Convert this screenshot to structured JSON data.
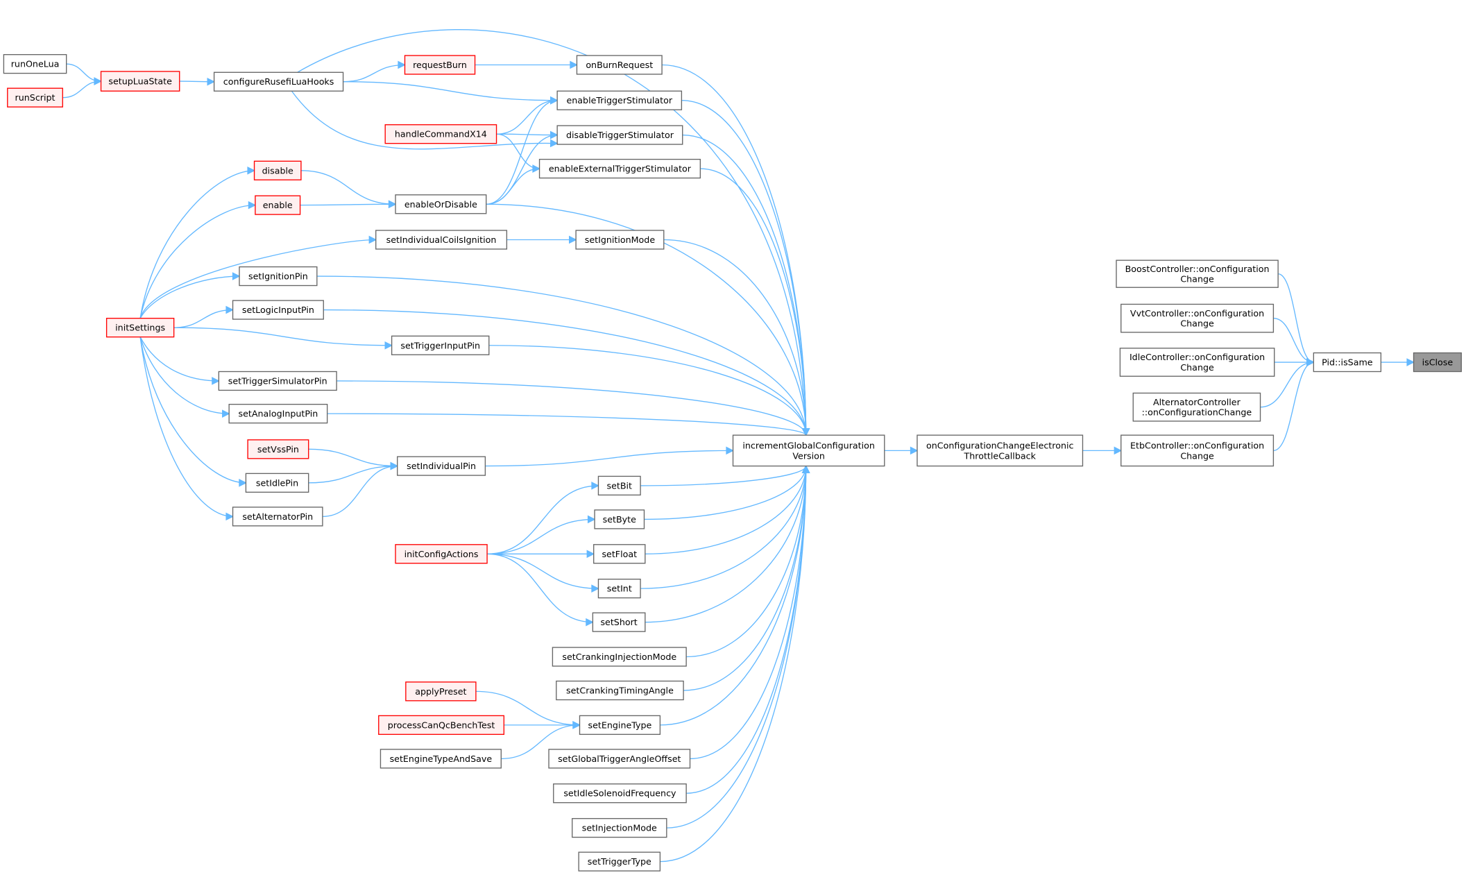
{
  "title": "isClose caller graph",
  "colors": {
    "edge": "#63b8ff",
    "highlight_border": "#ff0000",
    "highlight_fill": "#fff0f0",
    "current_fill": "#999999"
  },
  "nodes": [
    {
      "id": "runOneLua",
      "label": [
        "runOneLua"
      ],
      "style": "normal"
    },
    {
      "id": "runScript",
      "label": [
        "runScript"
      ],
      "style": "red"
    },
    {
      "id": "setupLuaState",
      "label": [
        "setupLuaState"
      ],
      "style": "red"
    },
    {
      "id": "configureRusefiLuaHooks",
      "label": [
        "configureRusefiLuaHooks"
      ],
      "style": "normal"
    },
    {
      "id": "requestBurn",
      "label": [
        "requestBurn"
      ],
      "style": "red"
    },
    {
      "id": "onBurnRequest",
      "label": [
        "onBurnRequest"
      ],
      "style": "normal"
    },
    {
      "id": "enableTriggerStimulator",
      "label": [
        "enableTriggerStimulator"
      ],
      "style": "normal"
    },
    {
      "id": "handleCommandX14",
      "label": [
        "handleCommandX14"
      ],
      "style": "red"
    },
    {
      "id": "disableTriggerStimulator",
      "label": [
        "disableTriggerStimulator"
      ],
      "style": "normal"
    },
    {
      "id": "enableExternalTriggerStimulator",
      "label": [
        "enableExternalTriggerStimulator"
      ],
      "style": "normal"
    },
    {
      "id": "disable",
      "label": [
        "disable"
      ],
      "style": "red"
    },
    {
      "id": "enable",
      "label": [
        "enable"
      ],
      "style": "red"
    },
    {
      "id": "enableOrDisable",
      "label": [
        "enableOrDisable"
      ],
      "style": "normal"
    },
    {
      "id": "setIndividualCoilsIgnition",
      "label": [
        "setIndividualCoilsIgnition"
      ],
      "style": "normal"
    },
    {
      "id": "setIgnitionMode",
      "label": [
        "setIgnitionMode"
      ],
      "style": "normal"
    },
    {
      "id": "setIgnitionPin",
      "label": [
        "setIgnitionPin"
      ],
      "style": "normal"
    },
    {
      "id": "setLogicInputPin",
      "label": [
        "setLogicInputPin"
      ],
      "style": "normal"
    },
    {
      "id": "initSettings",
      "label": [
        "initSettings"
      ],
      "style": "red"
    },
    {
      "id": "setTriggerInputPin",
      "label": [
        "setTriggerInputPin"
      ],
      "style": "normal"
    },
    {
      "id": "setTriggerSimulatorPin",
      "label": [
        "setTriggerSimulatorPin"
      ],
      "style": "normal"
    },
    {
      "id": "setAnalogInputPin",
      "label": [
        "setAnalogInputPin"
      ],
      "style": "normal"
    },
    {
      "id": "setVssPin",
      "label": [
        "setVssPin"
      ],
      "style": "red"
    },
    {
      "id": "setIndividualPin",
      "label": [
        "setIndividualPin"
      ],
      "style": "normal"
    },
    {
      "id": "setIdlePin",
      "label": [
        "setIdlePin"
      ],
      "style": "normal"
    },
    {
      "id": "setAlternatorPin",
      "label": [
        "setAlternatorPin"
      ],
      "style": "normal"
    },
    {
      "id": "setBit",
      "label": [
        "setBit"
      ],
      "style": "normal"
    },
    {
      "id": "setByte",
      "label": [
        "setByte"
      ],
      "style": "normal"
    },
    {
      "id": "initConfigActions",
      "label": [
        "initConfigActions"
      ],
      "style": "red"
    },
    {
      "id": "setFloat",
      "label": [
        "setFloat"
      ],
      "style": "normal"
    },
    {
      "id": "setInt",
      "label": [
        "setInt"
      ],
      "style": "normal"
    },
    {
      "id": "setShort",
      "label": [
        "setShort"
      ],
      "style": "normal"
    },
    {
      "id": "setCrankingInjectionMode",
      "label": [
        "setCrankingInjectionMode"
      ],
      "style": "normal"
    },
    {
      "id": "setCrankingTimingAngle",
      "label": [
        "setCrankingTimingAngle"
      ],
      "style": "normal"
    },
    {
      "id": "applyPreset",
      "label": [
        "applyPreset"
      ],
      "style": "red"
    },
    {
      "id": "processCanQcBenchTest",
      "label": [
        "processCanQcBenchTest"
      ],
      "style": "red"
    },
    {
      "id": "setEngineType",
      "label": [
        "setEngineType"
      ],
      "style": "normal"
    },
    {
      "id": "setEngineTypeAndSave",
      "label": [
        "setEngineTypeAndSave"
      ],
      "style": "normal"
    },
    {
      "id": "setGlobalTriggerAngleOffset",
      "label": [
        "setGlobalTriggerAngleOffset"
      ],
      "style": "normal"
    },
    {
      "id": "setIdleSolenoidFrequency",
      "label": [
        "setIdleSolenoidFrequency"
      ],
      "style": "normal"
    },
    {
      "id": "setInjectionMode",
      "label": [
        "setInjectionMode"
      ],
      "style": "normal"
    },
    {
      "id": "setTriggerType",
      "label": [
        "setTriggerType"
      ],
      "style": "normal"
    },
    {
      "id": "incrementGlobalConfigurationVersion",
      "label": [
        "incrementGlobalConfiguration",
        "Version"
      ],
      "style": "normal"
    },
    {
      "id": "onConfigurationChangeElectronicThrottleCallback",
      "label": [
        "onConfigurationChangeElectronic",
        "ThrottleCallback"
      ],
      "style": "normal"
    },
    {
      "id": "EtbController",
      "label": [
        "EtbController::onConfiguration",
        "Change"
      ],
      "style": "normal"
    },
    {
      "id": "BoostController",
      "label": [
        "BoostController::onConfiguration",
        "Change"
      ],
      "style": "normal"
    },
    {
      "id": "VvtController",
      "label": [
        "VvtController::onConfiguration",
        "Change"
      ],
      "style": "normal"
    },
    {
      "id": "IdleController",
      "label": [
        "IdleController::onConfiguration",
        "Change"
      ],
      "style": "normal"
    },
    {
      "id": "AlternatorController",
      "label": [
        "AlternatorController",
        "::onConfigurationChange"
      ],
      "style": "normal"
    },
    {
      "id": "PidIsSame",
      "label": [
        "Pid::isSame"
      ],
      "style": "normal"
    },
    {
      "id": "isClose",
      "label": [
        "isClose"
      ],
      "style": "current"
    }
  ],
  "edges": [
    [
      "runOneLua",
      "setupLuaState"
    ],
    [
      "runScript",
      "setupLuaState"
    ],
    [
      "setupLuaState",
      "configureRusefiLuaHooks"
    ],
    [
      "configureRusefiLuaHooks",
      "requestBurn"
    ],
    [
      "configureRusefiLuaHooks",
      "enableTriggerStimulator"
    ],
    [
      "configureRusefiLuaHooks",
      "disableTriggerStimulator"
    ],
    [
      "configureRusefiLuaHooks",
      "incrementGlobalConfigurationVersion"
    ],
    [
      "requestBurn",
      "onBurnRequest"
    ],
    [
      "onBurnRequest",
      "incrementGlobalConfigurationVersion"
    ],
    [
      "handleCommandX14",
      "enableTriggerStimulator"
    ],
    [
      "handleCommandX14",
      "disableTriggerStimulator"
    ],
    [
      "handleCommandX14",
      "enableExternalTriggerStimulator"
    ],
    [
      "enableOrDisable",
      "enableTriggerStimulator"
    ],
    [
      "enableOrDisable",
      "disableTriggerStimulator"
    ],
    [
      "enableOrDisable",
      "enableExternalTriggerStimulator"
    ],
    [
      "enableOrDisable",
      "incrementGlobalConfigurationVersion"
    ],
    [
      "disable",
      "enableOrDisable"
    ],
    [
      "enable",
      "enableOrDisable"
    ],
    [
      "enableTriggerStimulator",
      "incrementGlobalConfigurationVersion"
    ],
    [
      "disableTriggerStimulator",
      "incrementGlobalConfigurationVersion"
    ],
    [
      "enableExternalTriggerStimulator",
      "incrementGlobalConfigurationVersion"
    ],
    [
      "initSettings",
      "disable"
    ],
    [
      "initSettings",
      "enable"
    ],
    [
      "initSettings",
      "setIndividualCoilsIgnition"
    ],
    [
      "initSettings",
      "setIgnitionPin"
    ],
    [
      "initSettings",
      "setLogicInputPin"
    ],
    [
      "initSettings",
      "setTriggerInputPin"
    ],
    [
      "initSettings",
      "setTriggerSimulatorPin"
    ],
    [
      "initSettings",
      "setAnalogInputPin"
    ],
    [
      "initSettings",
      "setIdlePin"
    ],
    [
      "initSettings",
      "setAlternatorPin"
    ],
    [
      "setIndividualCoilsIgnition",
      "setIgnitionMode"
    ],
    [
      "setIgnitionMode",
      "incrementGlobalConfigurationVersion"
    ],
    [
      "setIgnitionPin",
      "incrementGlobalConfigurationVersion"
    ],
    [
      "setLogicInputPin",
      "incrementGlobalConfigurationVersion"
    ],
    [
      "setTriggerInputPin",
      "incrementGlobalConfigurationVersion"
    ],
    [
      "setTriggerSimulatorPin",
      "incrementGlobalConfigurationVersion"
    ],
    [
      "setAnalogInputPin",
      "incrementGlobalConfigurationVersion"
    ],
    [
      "setVssPin",
      "setIndividualPin"
    ],
    [
      "setIdlePin",
      "setIndividualPin"
    ],
    [
      "setAlternatorPin",
      "setIndividualPin"
    ],
    [
      "setIndividualPin",
      "incrementGlobalConfigurationVersion"
    ],
    [
      "initConfigActions",
      "setBit"
    ],
    [
      "initConfigActions",
      "setByte"
    ],
    [
      "initConfigActions",
      "setFloat"
    ],
    [
      "initConfigActions",
      "setInt"
    ],
    [
      "initConfigActions",
      "setShort"
    ],
    [
      "setBit",
      "incrementGlobalConfigurationVersion"
    ],
    [
      "setByte",
      "incrementGlobalConfigurationVersion"
    ],
    [
      "setFloat",
      "incrementGlobalConfigurationVersion"
    ],
    [
      "setInt",
      "incrementGlobalConfigurationVersion"
    ],
    [
      "setShort",
      "incrementGlobalConfigurationVersion"
    ],
    [
      "setCrankingInjectionMode",
      "incrementGlobalConfigurationVersion"
    ],
    [
      "setCrankingTimingAngle",
      "incrementGlobalConfigurationVersion"
    ],
    [
      "applyPreset",
      "setEngineType"
    ],
    [
      "processCanQcBenchTest",
      "setEngineType"
    ],
    [
      "setEngineTypeAndSave",
      "setEngineType"
    ],
    [
      "setEngineType",
      "incrementGlobalConfigurationVersion"
    ],
    [
      "setGlobalTriggerAngleOffset",
      "incrementGlobalConfigurationVersion"
    ],
    [
      "setIdleSolenoidFrequency",
      "incrementGlobalConfigurationVersion"
    ],
    [
      "setInjectionMode",
      "incrementGlobalConfigurationVersion"
    ],
    [
      "setTriggerType",
      "incrementGlobalConfigurationVersion"
    ],
    [
      "incrementGlobalConfigurationVersion",
      "onConfigurationChangeElectronicThrottleCallback"
    ],
    [
      "onConfigurationChangeElectronicThrottleCallback",
      "EtbController"
    ],
    [
      "EtbController",
      "PidIsSame"
    ],
    [
      "BoostController",
      "PidIsSame"
    ],
    [
      "VvtController",
      "PidIsSame"
    ],
    [
      "IdleController",
      "PidIsSame"
    ],
    [
      "AlternatorController",
      "PidIsSame"
    ],
    [
      "PidIsSame",
      "isClose"
    ]
  ]
}
